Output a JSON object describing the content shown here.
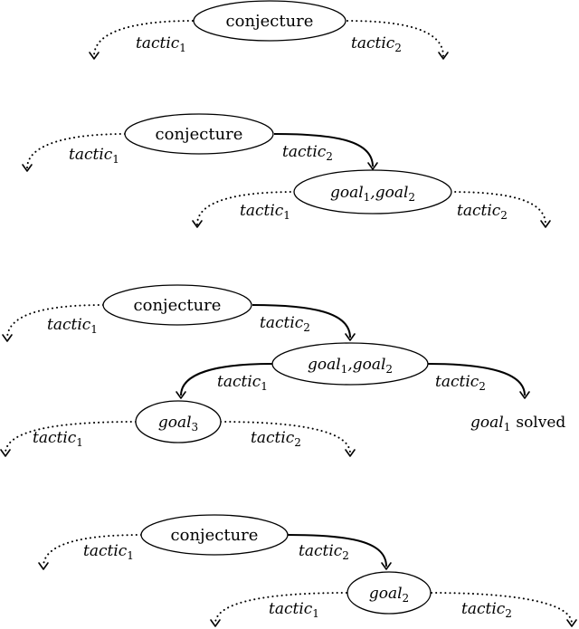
{
  "labels": {
    "conjecture": "conjecture",
    "tactic": "tactic",
    "goal": "goal",
    "goal_sep": ",",
    "solved": "solved",
    "subs": {
      "one": "1",
      "two": "2",
      "three": "3"
    }
  }
}
